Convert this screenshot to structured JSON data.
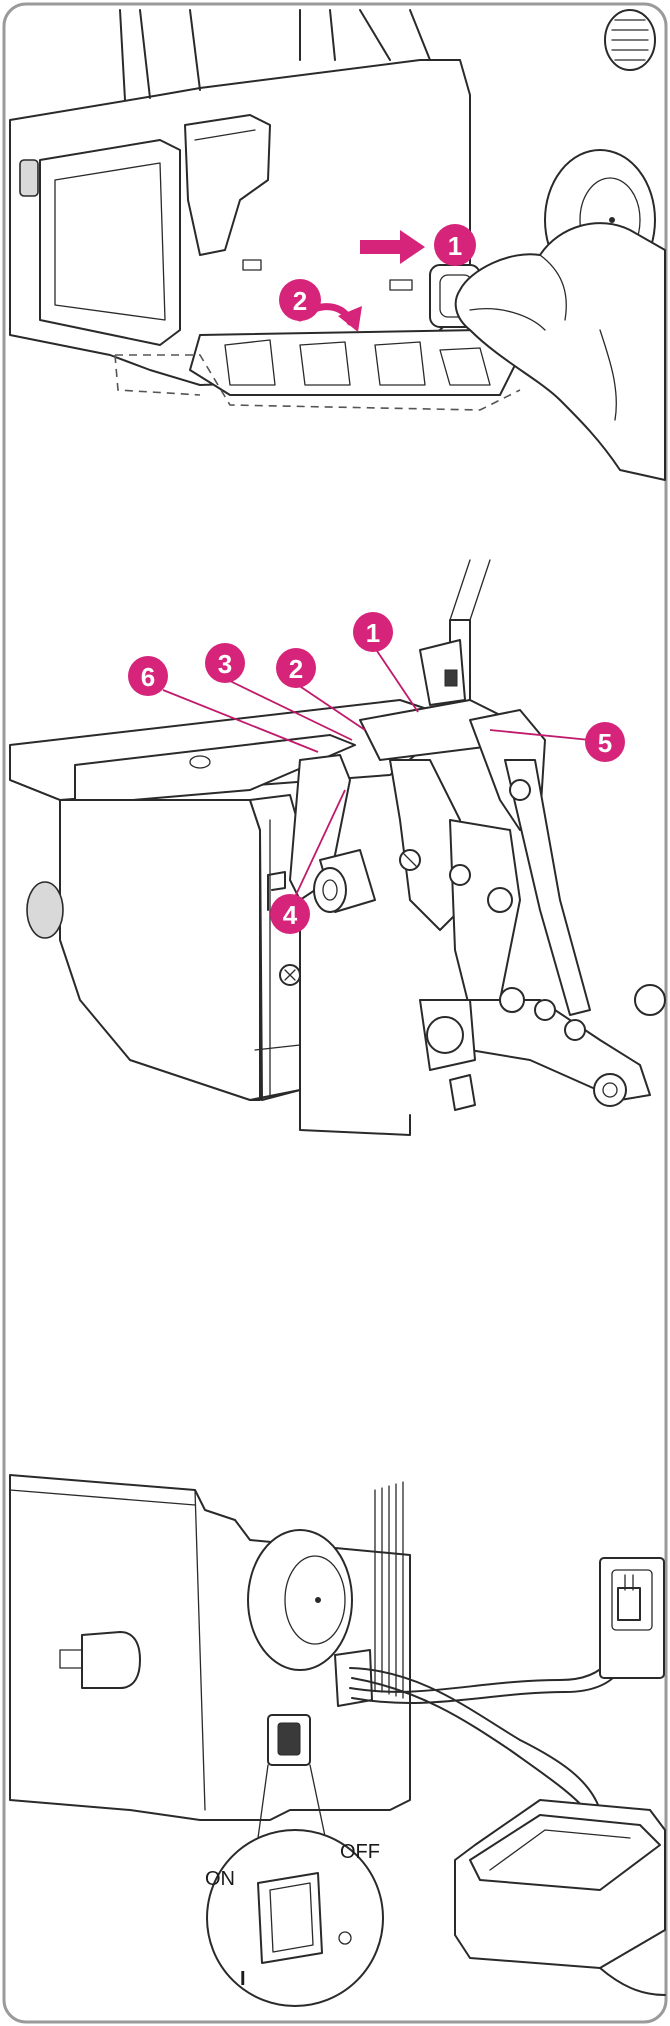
{
  "colors": {
    "accent": "#d6247a",
    "line": "#2a2a2a"
  },
  "panels": {
    "p1": {
      "steps": [
        {
          "label": "1"
        },
        {
          "label": "2"
        }
      ],
      "icons": [
        "arrow-right-icon",
        "rotate-arrow-icon"
      ]
    },
    "p2": {
      "callouts": [
        {
          "label": "1"
        },
        {
          "label": "2"
        },
        {
          "label": "3"
        },
        {
          "label": "4"
        },
        {
          "label": "5"
        },
        {
          "label": "6"
        }
      ]
    },
    "p3": {
      "switch": {
        "on_label": "ON",
        "off_label": "OFF",
        "on_symbol": "I",
        "off_symbol": "O"
      }
    }
  }
}
